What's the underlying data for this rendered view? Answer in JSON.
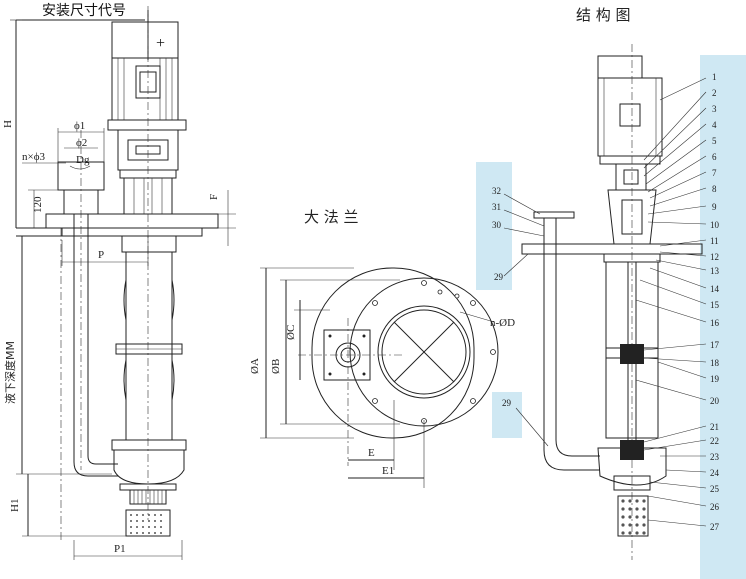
{
  "left_view": {
    "title": "安装尺寸代号",
    "labels": {
      "H": "H",
      "phi1": "ϕ1",
      "phi2": "ϕ2",
      "n_phi3": "n×ϕ3",
      "Dg": "Dg",
      "dim_120": "120",
      "F": "F",
      "P": "P",
      "depth": "液下深度MM",
      "H1": "H1",
      "P1": "P1"
    }
  },
  "flange_view": {
    "title": "大 法 兰",
    "labels": {
      "phiA": "ØA",
      "phiB": "ØB",
      "phiC": "ØC",
      "nD": "n-ØD",
      "E": "E",
      "E1": "E1"
    }
  },
  "structure_view": {
    "title": "结 构 图",
    "part_numbers": [
      "1",
      "2",
      "3",
      "4",
      "5",
      "6",
      "7",
      "8",
      "9",
      "10",
      "11",
      "12",
      "13",
      "14",
      "15",
      "16",
      "17",
      "18",
      "19",
      "20",
      "21",
      "22",
      "23",
      "24",
      "25",
      "26",
      "27"
    ],
    "side_numbers": [
      "32",
      "31",
      "30",
      "29"
    ],
    "side_number_lower": "29"
  },
  "colors": {
    "background": "#ffffff",
    "line": "#222222",
    "highlight_panel": "#cfe8f3"
  }
}
